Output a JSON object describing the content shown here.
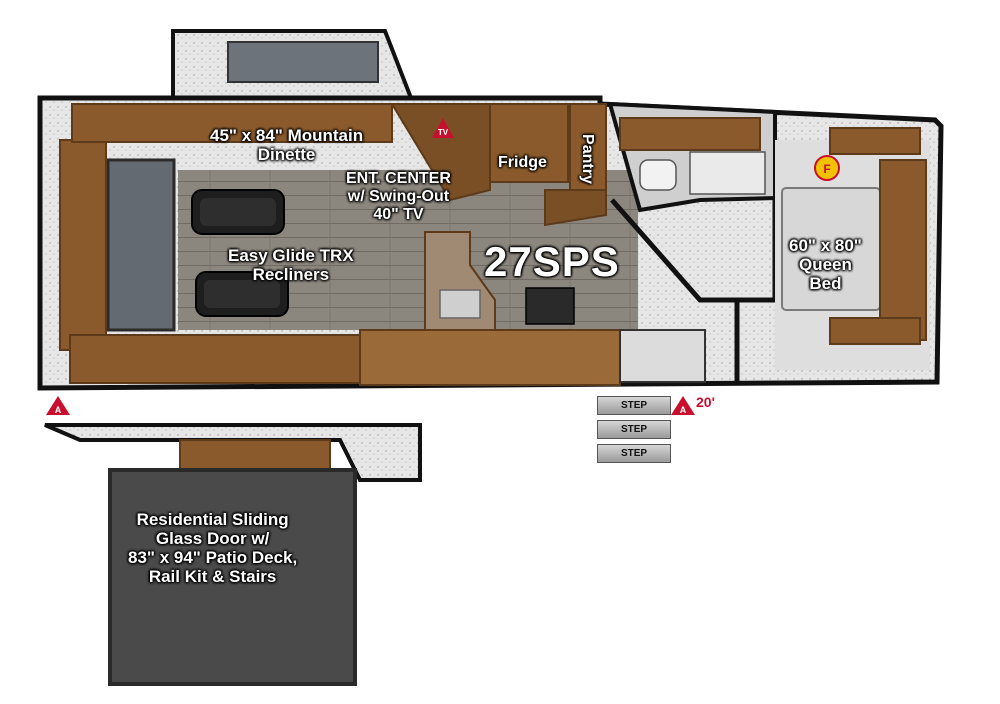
{
  "model": "27SPS",
  "labels": {
    "dinette": [
      "45\" x 84\" Mountain",
      "Dinette"
    ],
    "ent_center": [
      "ENT. CENTER",
      "w/ Swing-Out",
      "40\" TV"
    ],
    "fridge": "Fridge",
    "pantry": "Pantry",
    "recliners": [
      "Easy Glide TRX",
      "Recliners"
    ],
    "bed": [
      "60\" x 80\"",
      "Queen",
      "Bed"
    ],
    "patio": [
      "Residential Sliding",
      "Glass Door w/",
      "83\" x 94\" Patio Deck,",
      "Rail Kit & Stairs"
    ]
  },
  "steps": [
    "STEP",
    "STEP",
    "STEP"
  ],
  "markers": {
    "tv": "TV",
    "anchor_left": "A",
    "anchor_right": "A",
    "length": "20'",
    "fireplace": "F"
  },
  "colors": {
    "wood": "#8a5a2c",
    "wood_dark": "#5c3a1a",
    "floor": "#8c877e",
    "wall": "#111111",
    "wall_fill": "#e8e8e8",
    "accent": "#c8102e",
    "badge": "#f2c200"
  }
}
